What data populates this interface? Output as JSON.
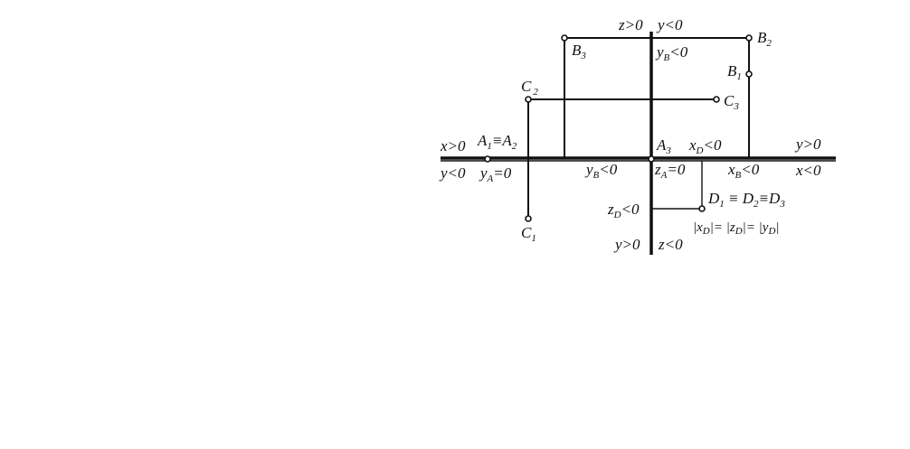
{
  "diagram": {
    "axis_labels": {
      "top_left": "z>0",
      "top_right": "y<0",
      "left_upper": "x>0",
      "left_lower": "y<0",
      "right_upper": "y>0",
      "right_lower": "x<0",
      "bottom_left": "y>0",
      "bottom_right": "z<0"
    },
    "points": {
      "A12": {
        "m1": "A",
        "s1": "1",
        "eq": "≡",
        "m2": "A",
        "s2": "2"
      },
      "A3": {
        "m": "A",
        "s": "3"
      },
      "B1": {
        "m": "B",
        "s": "1"
      },
      "B2": {
        "m": "B",
        "s": "2"
      },
      "B3": {
        "m": "B",
        "s": "3"
      },
      "C1": {
        "m": "C",
        "s": "1"
      },
      "C2": {
        "m": "C",
        "s": "2"
      },
      "C3": {
        "m": "C",
        "s": "3"
      },
      "D123": {
        "m1": "D",
        "s1": "1",
        "eq1": " ≡ ",
        "m2": "D",
        "s2": "2",
        "eq2": "≡",
        "m3": "D",
        "s3": "3"
      }
    },
    "coordinate_labels": {
      "yB_top": {
        "v": "y",
        "s": "B",
        "rel": "<0"
      },
      "yA": {
        "v": "y",
        "s": "A",
        "rel": "=0"
      },
      "yB_axis": {
        "v": "y",
        "s": "B",
        "rel": "<0"
      },
      "zA": {
        "v": "z",
        "s": "A",
        "rel": "=0"
      },
      "xD": {
        "v": "x",
        "s": "D",
        "rel": "<0"
      },
      "xB": {
        "v": "x",
        "s": "B",
        "rel": "<0"
      },
      "zD": {
        "v": "z",
        "s": "D",
        "rel": "<0"
      }
    },
    "formula": {
      "bar1": "|",
      "x": "x",
      "xs": "D",
      "bar2": "|=  |",
      "z": "z",
      "zs": "D",
      "bar3": "|= |",
      "y": "y",
      "ys": "D",
      "bar4": "|"
    }
  }
}
